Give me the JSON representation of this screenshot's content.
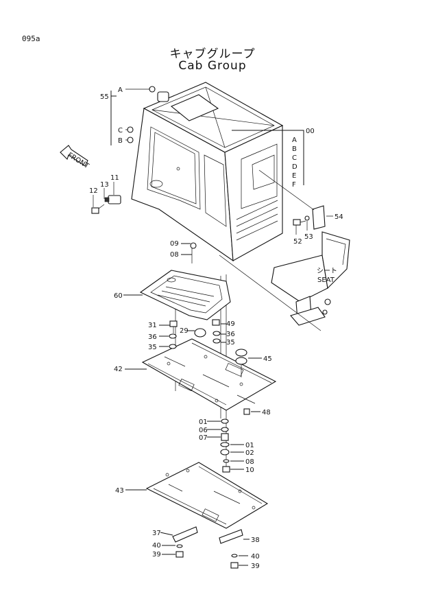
{
  "page_code": "095a",
  "title_jp": "キャブグループ",
  "title_en": "Cab Group",
  "front_label": "FRONT",
  "seat_label_jp": "シート",
  "seat_label_en": "SEAT",
  "callouts": {
    "c55": "55",
    "c00": "00",
    "sA1": "A",
    "sC": "C",
    "sB": "B",
    "gA": "A",
    "gB": "B",
    "gC": "C",
    "gD": "D",
    "gE": "E",
    "gF": "F",
    "c11": "11",
    "c12": "12",
    "c13": "13",
    "c54": "54",
    "c52": "52",
    "c53": "53",
    "c09": "09",
    "c08": "08",
    "c60": "60",
    "c31": "31",
    "c29": "29",
    "c49": "49",
    "c36a": "36",
    "c36b": "36",
    "c35a": "35",
    "c35b": "35",
    "c45": "45",
    "c42": "42",
    "c48": "48",
    "c01a": "01",
    "c06": "06",
    "c07": "07",
    "c01b": "01",
    "c02": "02",
    "c08b": "08",
    "c10": "10",
    "c43": "43",
    "c37": "37",
    "c38": "38",
    "c40a": "40",
    "c40b": "40",
    "c39a": "39",
    "c39b": "39"
  }
}
